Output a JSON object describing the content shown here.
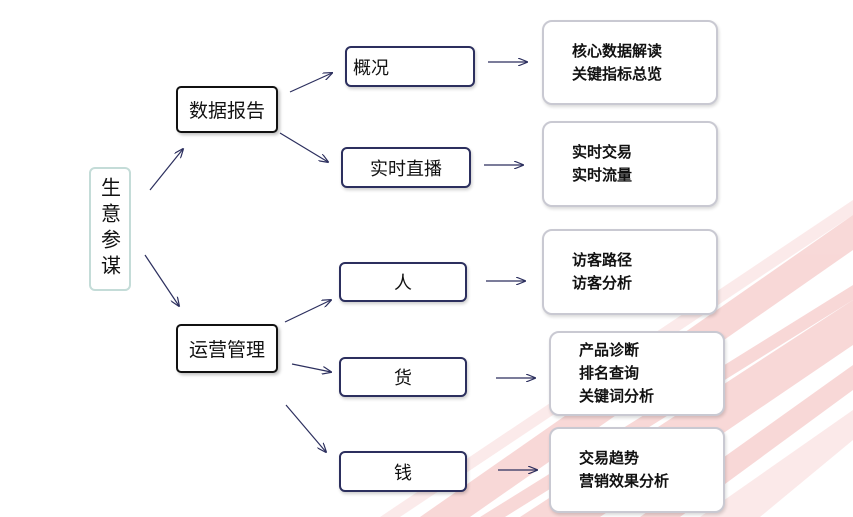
{
  "root": {
    "label": "生意参谋"
  },
  "categories": [
    {
      "label": "数据报告",
      "modules": [
        {
          "label": "概况",
          "items": [
            "核心数据解读",
            "关键指标总览"
          ]
        },
        {
          "label": "实时直播",
          "items": [
            "实时交易",
            "实时流量"
          ]
        }
      ]
    },
    {
      "label": "运营管理",
      "modules": [
        {
          "label": "人",
          "items": [
            "访客路径",
            "访客分析"
          ]
        },
        {
          "label": "货",
          "items": [
            "产品诊断",
            "排名查询",
            "关键词分析"
          ]
        },
        {
          "label": "钱",
          "items": [
            "交易趋势",
            "营销效果分析"
          ]
        }
      ]
    }
  ],
  "colors": {
    "arrow": "#2c2f5e",
    "module_border": "#2c2f5e",
    "accent_stripes": "#e0504f"
  }
}
